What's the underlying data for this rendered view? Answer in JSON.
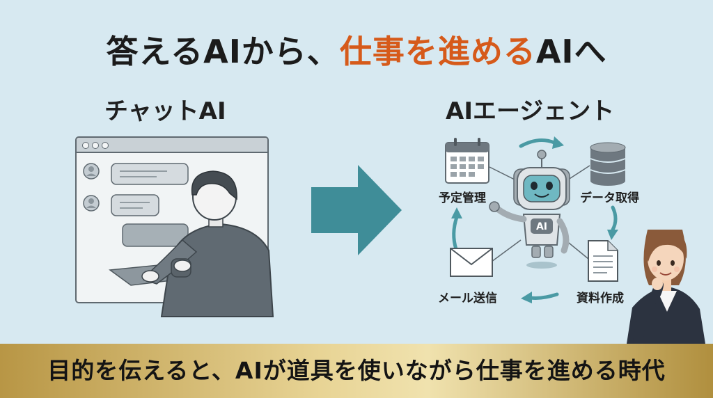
{
  "title": {
    "before": "答えるAIから、",
    "highlight": "仕事を進める",
    "after": "AIへ",
    "highlight_color": "#d65a1a"
  },
  "left_panel": {
    "title": "チャットAI"
  },
  "right_panel": {
    "title": "AIエージェント",
    "robot_badge": "AI",
    "nodes": {
      "schedule": "予定管理",
      "data": "データ取得",
      "mail": "メール送信",
      "document": "資料作成"
    }
  },
  "bottom_banner": {
    "text": "目的を伝えると、AIが道具を使いながら仕事を進める時代"
  },
  "colors": {
    "background": "#d7e9f1",
    "arrow": "#3f8d98",
    "cycle_arrow": "#4a9aa4",
    "band": "#d9c27a"
  }
}
